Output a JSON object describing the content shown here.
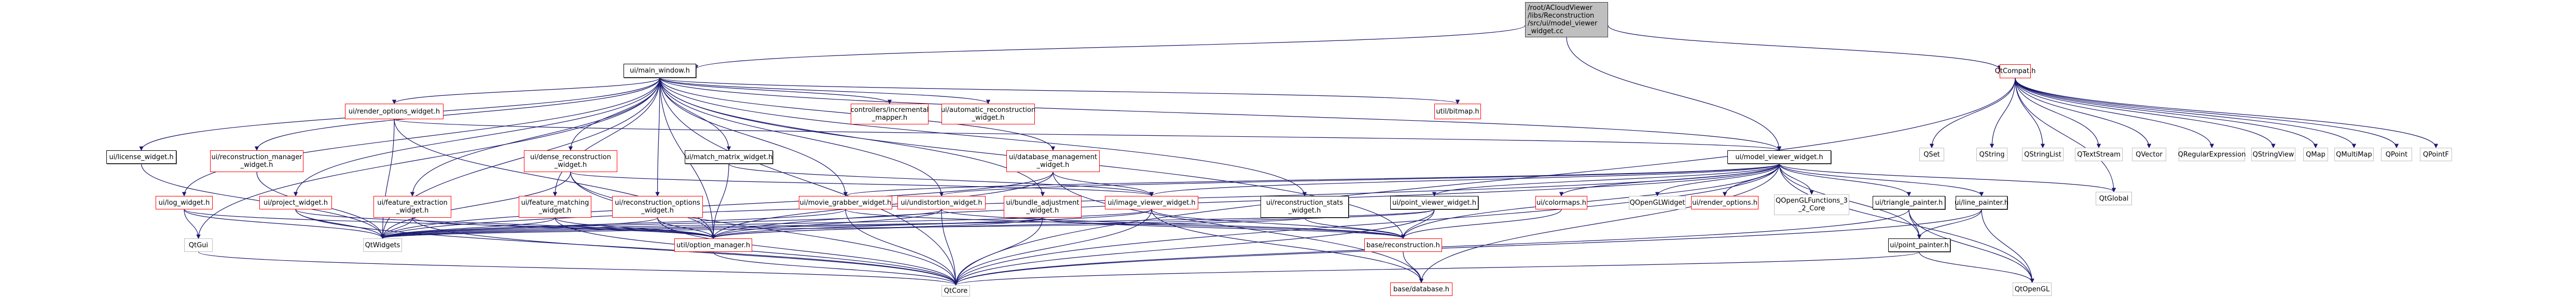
{
  "diagram": {
    "type": "include-dependency-graph",
    "root": "/root/ACloudViewer\n/libs/Reconstruction\n/src/ui/model_viewer\n_widget.cc",
    "legend": {
      "root_fill": "#bfbfbf",
      "documented_border": "#000000",
      "undocumented_border": "#ff0000",
      "external_border": "#bfbfbf",
      "edge_color": "#191970"
    },
    "nodes": [
      {
        "id": "root",
        "label": "/root/ACloudViewer\n/libs/Reconstruction\n/src/ui/model_viewer\n_widget.cc",
        "kind": "root"
      },
      {
        "id": "main_window",
        "label": "ui/main_window.h",
        "kind": "black"
      },
      {
        "id": "qtcompat",
        "label": "QtCompat.h",
        "kind": "red"
      },
      {
        "id": "render_options_widget",
        "label": "ui/render_options_widget.h",
        "kind": "red"
      },
      {
        "id": "incremental_mapper",
        "label": "controllers/incremental\n_mapper.h",
        "kind": "red"
      },
      {
        "id": "automatic_reconstruction",
        "label": "ui/automatic_reconstruction\n_widget.h",
        "kind": "red"
      },
      {
        "id": "bitmap",
        "label": "util/bitmap.h",
        "kind": "red"
      },
      {
        "id": "qset",
        "label": "QSet",
        "kind": "grey"
      },
      {
        "id": "qstring",
        "label": "QString",
        "kind": "grey"
      },
      {
        "id": "qstringlist",
        "label": "QStringList",
        "kind": "grey"
      },
      {
        "id": "qtextstream",
        "label": "QTextStream",
        "kind": "grey"
      },
      {
        "id": "qvector",
        "label": "QVector",
        "kind": "grey"
      },
      {
        "id": "qregularexpression",
        "label": "QRegularExpression",
        "kind": "grey"
      },
      {
        "id": "qstringview",
        "label": "QStringView",
        "kind": "grey"
      },
      {
        "id": "qmap",
        "label": "QMap",
        "kind": "grey"
      },
      {
        "id": "qmultimap",
        "label": "QMultiMap",
        "kind": "grey"
      },
      {
        "id": "qpoint",
        "label": "QPoint",
        "kind": "grey"
      },
      {
        "id": "qpointf",
        "label": "QPointF",
        "kind": "grey"
      },
      {
        "id": "license_widget",
        "label": "ui/license_widget.h",
        "kind": "black"
      },
      {
        "id": "reconstruction_manager",
        "label": "ui/reconstruction_manager\n_widget.h",
        "kind": "red"
      },
      {
        "id": "dense_reconstruction",
        "label": "ui/dense_reconstruction\n_widget.h",
        "kind": "red"
      },
      {
        "id": "match_matrix",
        "label": "ui/match_matrix_widget.h",
        "kind": "black"
      },
      {
        "id": "database_management",
        "label": "ui/database_management\n_widget.h",
        "kind": "red"
      },
      {
        "id": "model_viewer_widget",
        "label": "ui/model_viewer_widget.h",
        "kind": "black"
      },
      {
        "id": "log_widget",
        "label": "ui/log_widget.h",
        "kind": "red"
      },
      {
        "id": "project_widget",
        "label": "ui/project_widget.h",
        "kind": "red"
      },
      {
        "id": "feature_extraction",
        "label": "ui/feature_extraction\n_widget.h",
        "kind": "red"
      },
      {
        "id": "feature_matching",
        "label": "ui/feature_matching\n_widget.h",
        "kind": "red"
      },
      {
        "id": "reconstruction_options",
        "label": "ui/reconstruction_options\n_widget.h",
        "kind": "red"
      },
      {
        "id": "movie_grabber",
        "label": "ui/movie_grabber_widget.h",
        "kind": "red"
      },
      {
        "id": "undistortion",
        "label": "ui/undistortion_widget.h",
        "kind": "red"
      },
      {
        "id": "bundle_adjustment",
        "label": "ui/bundle_adjustment\n_widget.h",
        "kind": "red"
      },
      {
        "id": "image_viewer",
        "label": "ui/image_viewer_widget.h",
        "kind": "red"
      },
      {
        "id": "reconstruction_stats",
        "label": "ui/reconstruction_stats\n_widget.h",
        "kind": "black"
      },
      {
        "id": "point_viewer",
        "label": "ui/point_viewer_widget.h",
        "kind": "black"
      },
      {
        "id": "colormaps",
        "label": "ui/colormaps.h",
        "kind": "red"
      },
      {
        "id": "qopenglwidget",
        "label": "QOpenGLWidget",
        "kind": "grey"
      },
      {
        "id": "render_options",
        "label": "ui/render_options.h",
        "kind": "red"
      },
      {
        "id": "qopenglfunctions",
        "label": "QOpenGLFunctions_3\n_2_Core",
        "kind": "grey"
      },
      {
        "id": "triangle_painter",
        "label": "ui/triangle_painter.h",
        "kind": "black"
      },
      {
        "id": "line_painter",
        "label": "ui/line_painter.h",
        "kind": "black"
      },
      {
        "id": "qtglobal",
        "label": "QtGlobal",
        "kind": "grey"
      },
      {
        "id": "qtgui",
        "label": "QtGui",
        "kind": "grey"
      },
      {
        "id": "qtwidgets",
        "label": "QtWidgets",
        "kind": "grey"
      },
      {
        "id": "option_manager",
        "label": "util/option_manager.h",
        "kind": "red"
      },
      {
        "id": "reconstruction",
        "label": "base/reconstruction.h",
        "kind": "red"
      },
      {
        "id": "point_painter",
        "label": "ui/point_painter.h",
        "kind": "black"
      },
      {
        "id": "qtcore",
        "label": "QtCore",
        "kind": "grey"
      },
      {
        "id": "database",
        "label": "base/database.h",
        "kind": "red"
      },
      {
        "id": "qtopengl",
        "label": "QtOpenGL",
        "kind": "grey"
      }
    ],
    "edges": [
      [
        "root",
        "main_window"
      ],
      [
        "root",
        "qtcompat"
      ],
      [
        "root",
        "model_viewer_widget"
      ],
      [
        "main_window",
        "render_options_widget"
      ],
      [
        "main_window",
        "incremental_mapper"
      ],
      [
        "main_window",
        "automatic_reconstruction"
      ],
      [
        "main_window",
        "bitmap"
      ],
      [
        "main_window",
        "license_widget"
      ],
      [
        "main_window",
        "reconstruction_manager"
      ],
      [
        "main_window",
        "dense_reconstruction"
      ],
      [
        "main_window",
        "match_matrix"
      ],
      [
        "main_window",
        "database_management"
      ],
      [
        "main_window",
        "model_viewer_widget"
      ],
      [
        "main_window",
        "log_widget"
      ],
      [
        "main_window",
        "project_widget"
      ],
      [
        "main_window",
        "feature_extraction"
      ],
      [
        "main_window",
        "feature_matching"
      ],
      [
        "main_window",
        "reconstruction_options"
      ],
      [
        "main_window",
        "movie_grabber"
      ],
      [
        "main_window",
        "undistortion"
      ],
      [
        "main_window",
        "bundle_adjustment"
      ],
      [
        "main_window",
        "reconstruction_stats"
      ],
      [
        "main_window",
        "qtwidgets"
      ],
      [
        "main_window",
        "qtcore"
      ],
      [
        "main_window",
        "reconstruction"
      ],
      [
        "main_window",
        "option_manager"
      ],
      [
        "main_window",
        "qtgui"
      ],
      [
        "qtcompat",
        "qset"
      ],
      [
        "qtcompat",
        "qstring"
      ],
      [
        "qtcompat",
        "qstringlist"
      ],
      [
        "qtcompat",
        "qtextstream"
      ],
      [
        "qtcompat",
        "qvector"
      ],
      [
        "qtcompat",
        "qregularexpression"
      ],
      [
        "qtcompat",
        "qstringview"
      ],
      [
        "qtcompat",
        "qmap"
      ],
      [
        "qtcompat",
        "qmultimap"
      ],
      [
        "qtcompat",
        "qpoint"
      ],
      [
        "qtcompat",
        "qpointf"
      ],
      [
        "qtcompat",
        "qtglobal"
      ],
      [
        "qtcompat",
        "qtcore"
      ],
      [
        "render_options_widget",
        "model_viewer_widget"
      ],
      [
        "render_options_widget",
        "qtwidgets"
      ],
      [
        "render_options_widget",
        "option_manager"
      ],
      [
        "license_widget",
        "qtwidgets"
      ],
      [
        "reconstruction_manager",
        "qtwidgets"
      ],
      [
        "dense_reconstruction",
        "qtwidgets"
      ],
      [
        "dense_reconstruction",
        "option_manager"
      ],
      [
        "dense_reconstruction",
        "image_viewer"
      ],
      [
        "dense_reconstruction",
        "qtcore"
      ],
      [
        "match_matrix",
        "image_viewer"
      ],
      [
        "match_matrix",
        "option_manager"
      ],
      [
        "database_management",
        "qtwidgets"
      ],
      [
        "database_management",
        "database"
      ],
      [
        "database_management",
        "image_viewer"
      ],
      [
        "database_management",
        "option_manager"
      ],
      [
        "log_widget",
        "qtgui"
      ],
      [
        "log_widget",
        "qtwidgets"
      ],
      [
        "log_widget",
        "option_manager"
      ],
      [
        "project_widget",
        "qtwidgets"
      ],
      [
        "project_widget",
        "option_manager"
      ],
      [
        "project_widget",
        "qtcore"
      ],
      [
        "feature_extraction",
        "qtwidgets"
      ],
      [
        "feature_extraction",
        "option_manager"
      ],
      [
        "feature_extraction",
        "qtcore"
      ],
      [
        "feature_matching",
        "qtwidgets"
      ],
      [
        "feature_matching",
        "option_manager"
      ],
      [
        "feature_matching",
        "qtcore"
      ],
      [
        "reconstruction_options",
        "qtwidgets"
      ],
      [
        "reconstruction_options",
        "option_manager"
      ],
      [
        "reconstruction_options",
        "qtcore"
      ],
      [
        "movie_grabber",
        "qtwidgets"
      ],
      [
        "movie_grabber",
        "qtcore"
      ],
      [
        "movie_grabber",
        "reconstruction"
      ],
      [
        "undistortion",
        "qtwidgets"
      ],
      [
        "undistortion",
        "qtcore"
      ],
      [
        "undistortion",
        "option_manager"
      ],
      [
        "undistortion",
        "reconstruction"
      ],
      [
        "bundle_adjustment",
        "qtwidgets"
      ],
      [
        "bundle_adjustment",
        "qtcore"
      ],
      [
        "bundle_adjustment",
        "option_manager"
      ],
      [
        "bundle_adjustment",
        "reconstruction"
      ],
      [
        "image_viewer",
        "qtwidgets"
      ],
      [
        "image_viewer",
        "qtcore"
      ],
      [
        "image_viewer",
        "option_manager"
      ],
      [
        "image_viewer",
        "reconstruction"
      ],
      [
        "image_viewer",
        "database"
      ],
      [
        "reconstruction_stats",
        "qtwidgets"
      ],
      [
        "reconstruction_stats",
        "reconstruction"
      ],
      [
        "model_viewer_widget",
        "movie_grabber"
      ],
      [
        "model_viewer_widget",
        "undistortion"
      ],
      [
        "model_viewer_widget",
        "image_viewer"
      ],
      [
        "model_viewer_widget",
        "point_viewer"
      ],
      [
        "model_viewer_widget",
        "colormaps"
      ],
      [
        "model_viewer_widget",
        "qopenglwidget"
      ],
      [
        "model_viewer_widget",
        "render_options"
      ],
      [
        "model_viewer_widget",
        "qopenglfunctions"
      ],
      [
        "model_viewer_widget",
        "triangle_painter"
      ],
      [
        "model_viewer_widget",
        "line_painter"
      ],
      [
        "model_viewer_widget",
        "point_painter"
      ],
      [
        "model_viewer_widget",
        "qtglobal"
      ],
      [
        "model_viewer_widget",
        "qtopengl"
      ],
      [
        "model_viewer_widget",
        "database"
      ],
      [
        "model_viewer_widget",
        "reconstruction"
      ],
      [
        "model_viewer_widget",
        "qtcore"
      ],
      [
        "model_viewer_widget",
        "qtwidgets"
      ],
      [
        "model_viewer_widget",
        "option_manager"
      ],
      [
        "point_viewer",
        "qtwidgets"
      ],
      [
        "point_viewer",
        "reconstruction"
      ],
      [
        "point_viewer",
        "qtcore"
      ],
      [
        "point_viewer",
        "option_manager"
      ],
      [
        "colormaps",
        "reconstruction"
      ],
      [
        "triangle_painter",
        "point_painter"
      ],
      [
        "triangle_painter",
        "qtopengl"
      ],
      [
        "triangle_painter",
        "qtcore"
      ],
      [
        "line_painter",
        "point_painter"
      ],
      [
        "line_painter",
        "qtopengl"
      ],
      [
        "line_painter",
        "qtcore"
      ],
      [
        "point_painter",
        "qtopengl"
      ],
      [
        "point_painter",
        "qtcore"
      ],
      [
        "option_manager",
        "qtcore"
      ],
      [
        "reconstruction",
        "database"
      ],
      [
        "qtgui",
        "qtcore"
      ]
    ]
  }
}
